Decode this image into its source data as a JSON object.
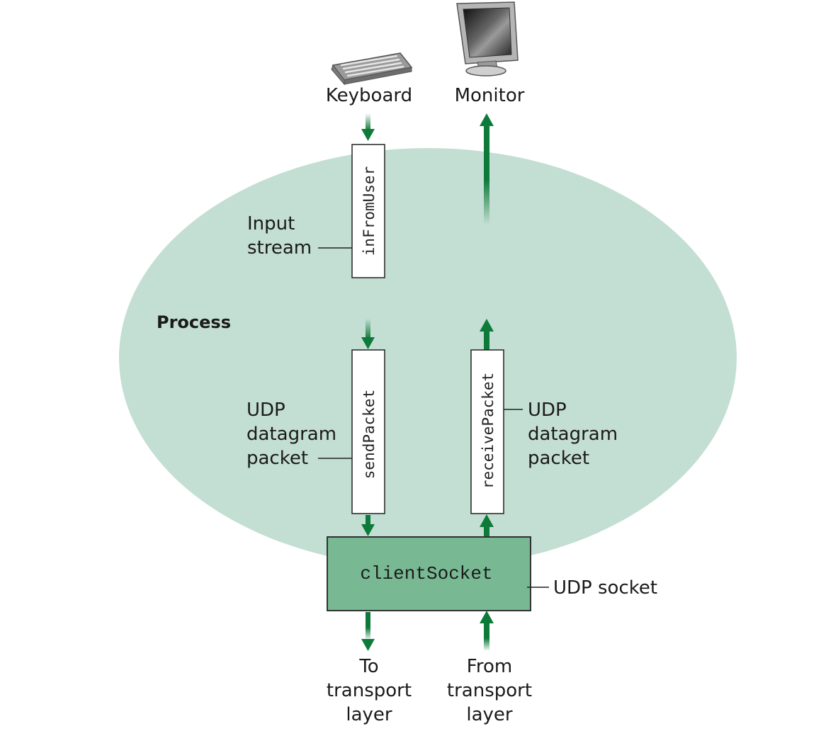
{
  "devices": {
    "keyboard": {
      "label": "Keyboard",
      "icon": "keyboard-icon"
    },
    "monitor": {
      "label": "Monitor",
      "icon": "monitor-icon"
    }
  },
  "process": {
    "label": "Process"
  },
  "streams": {
    "input_stream": {
      "name": "inFromUser",
      "label_lines": [
        "Input",
        "stream"
      ]
    },
    "send_packet": {
      "name": "sendPacket",
      "label_lines": [
        "UDP",
        "datagram",
        "packet"
      ]
    },
    "receive_packet": {
      "name": "receivePacket",
      "label_lines": [
        "UDP",
        "datagram",
        "packet"
      ]
    }
  },
  "socket": {
    "name": "clientSocket",
    "label": "UDP socket"
  },
  "transport": {
    "to": [
      "To",
      "transport",
      "layer"
    ],
    "from": [
      "From",
      "transport",
      "layer"
    ]
  },
  "colors": {
    "process_fill": "#c3ded3",
    "socket_fill": "#78b994",
    "arrow": "#0e7a3a"
  }
}
